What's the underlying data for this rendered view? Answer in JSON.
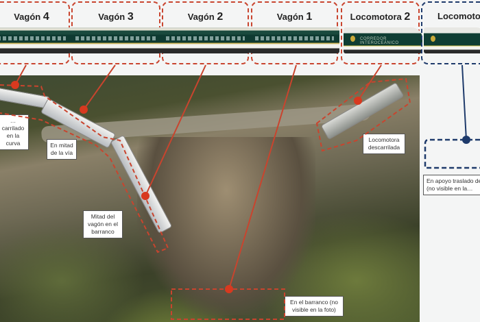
{
  "cars": [
    {
      "name": "Vagón",
      "number": "4"
    },
    {
      "name": "Vagón",
      "number": "3"
    },
    {
      "name": "Vagón",
      "number": "2"
    },
    {
      "name": "Vagón",
      "number": "1"
    },
    {
      "name": "Locomotora",
      "number": "2"
    },
    {
      "name": "Locomotora",
      "number": ""
    }
  ],
  "locomotive_livery": "CORREDOR INTEROCEÁNICO",
  "labels": {
    "derailed_curve": "…carrilado en la curva",
    "mid_track": "En mitad de la vía",
    "mid_ravine": "Mitad del vagón en el barranco",
    "loco_derailed": "Locomotora descarrilada",
    "in_ravine": "En el barranco (no visible en la foto)",
    "support": "En apoyo traslado de… (no visible en la…"
  },
  "colors": {
    "accent_red": "#c9442e",
    "accent_blue": "#1e3a6b"
  }
}
